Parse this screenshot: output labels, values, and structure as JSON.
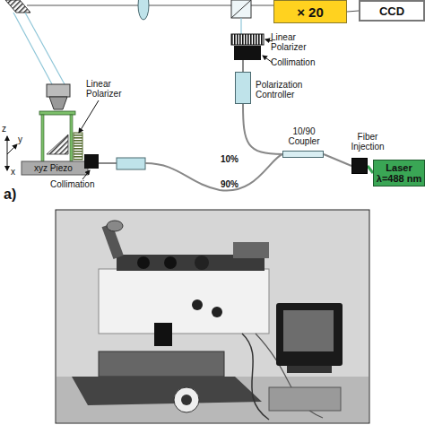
{
  "diagram": {
    "nodes": [
      {
        "text": [
          "× 20"
        ]
      },
      {
        "text": [
          "CCD"
        ]
      },
      {
        "text": [
          "Polarization Controller"
        ]
      },
      {
        "text": [
          "10/90 Coupler"
        ]
      },
      {
        "text": [
          "Fiber Injection"
        ]
      },
      {
        "text": [
          "Laser λ=488 nm"
        ]
      }
    ],
    "edges": [
      {
        "from": 0,
        "to": 1,
        "arrow": "none"
      },
      {
        "from": 5,
        "to": 4,
        "arrow": "none"
      },
      {
        "from": 4,
        "to": 3,
        "arrow": "none"
      },
      {
        "from": 3,
        "to": 2,
        "arrow": "none",
        "label": "10%"
      }
    ],
    "labels": [
      "Linear Polarizer",
      "Collimation",
      "Linear Polarizer",
      "Collimation",
      "xyz Piezo",
      "90%",
      "z",
      "y",
      "x",
      "a)"
    ]
  }
}
